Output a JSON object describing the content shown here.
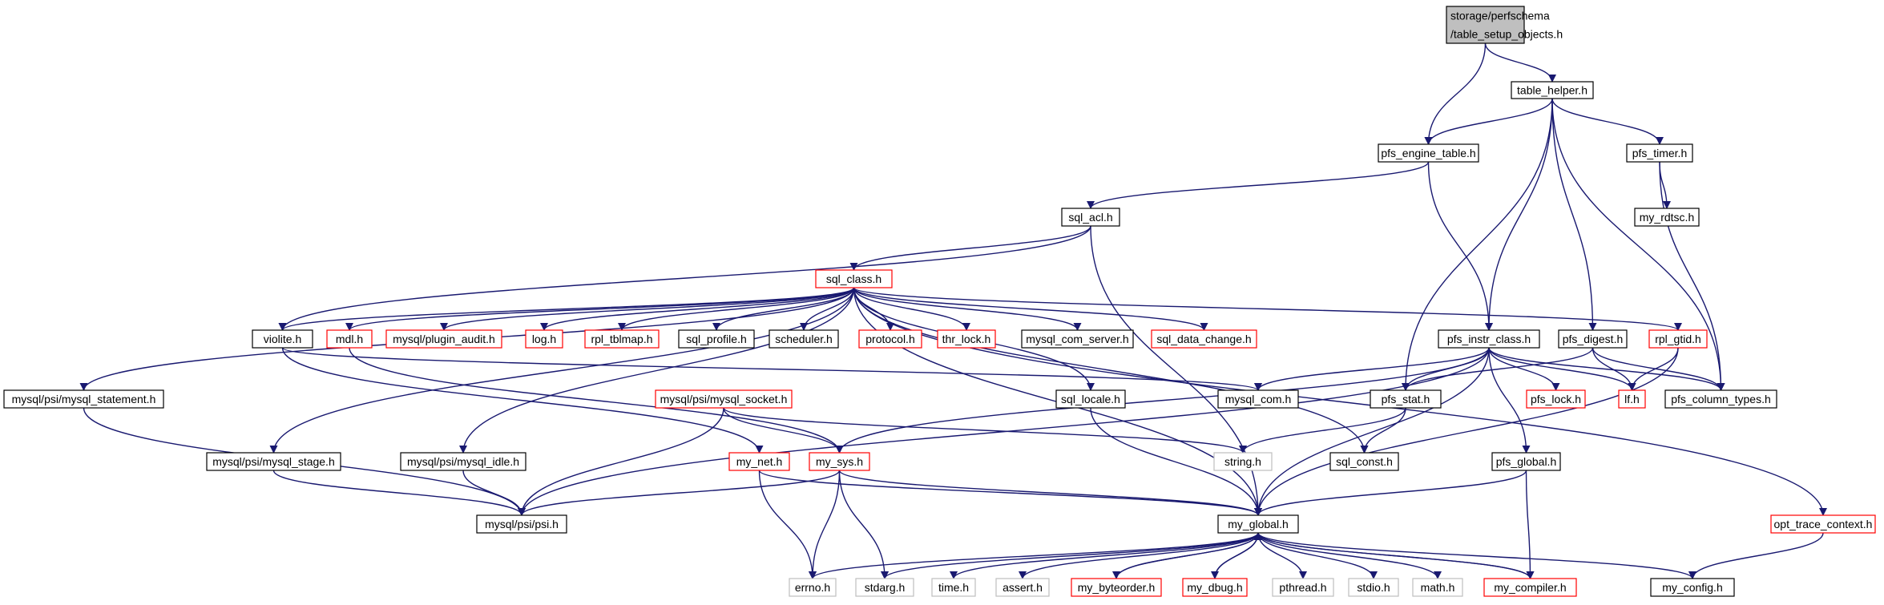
{
  "colors": {
    "edge": "#191970",
    "border_normal": "#000000",
    "border_red": "#ff0000",
    "border_gray": "#bfbfbf",
    "root_fill": "#bfbfbf",
    "fill": "#ffffff"
  },
  "nodes": [
    {
      "id": "root",
      "lines": [
        "storage/perfschema",
        "/table_setup_objects.h"
      ],
      "style": "root"
    },
    {
      "id": "table_helper",
      "lines": [
        "table_helper.h"
      ],
      "style": "normal"
    },
    {
      "id": "pfs_engine_table",
      "lines": [
        "pfs_engine_table.h"
      ],
      "style": "normal"
    },
    {
      "id": "pfs_timer",
      "lines": [
        "pfs_timer.h"
      ],
      "style": "normal"
    },
    {
      "id": "sql_acl",
      "lines": [
        "sql_acl.h"
      ],
      "style": "normal"
    },
    {
      "id": "my_rdtsc",
      "lines": [
        "my_rdtsc.h"
      ],
      "style": "normal"
    },
    {
      "id": "sql_class",
      "lines": [
        "sql_class.h"
      ],
      "style": "red"
    },
    {
      "id": "violite",
      "lines": [
        "violite.h"
      ],
      "style": "normal"
    },
    {
      "id": "mdl",
      "lines": [
        "mdl.h"
      ],
      "style": "red"
    },
    {
      "id": "plugin_audit",
      "lines": [
        "mysql/plugin_audit.h"
      ],
      "style": "red"
    },
    {
      "id": "log",
      "lines": [
        "log.h"
      ],
      "style": "red"
    },
    {
      "id": "rpl_tblmap",
      "lines": [
        "rpl_tblmap.h"
      ],
      "style": "red"
    },
    {
      "id": "sql_profile",
      "lines": [
        "sql_profile.h"
      ],
      "style": "normal"
    },
    {
      "id": "scheduler",
      "lines": [
        "scheduler.h"
      ],
      "style": "normal"
    },
    {
      "id": "protocol",
      "lines": [
        "protocol.h"
      ],
      "style": "red"
    },
    {
      "id": "thr_lock",
      "lines": [
        "thr_lock.h"
      ],
      "style": "red"
    },
    {
      "id": "mysql_com_server",
      "lines": [
        "mysql_com_server.h"
      ],
      "style": "normal"
    },
    {
      "id": "sql_data_change",
      "lines": [
        "sql_data_change.h"
      ],
      "style": "red"
    },
    {
      "id": "pfs_instr_class",
      "lines": [
        "pfs_instr_class.h"
      ],
      "style": "normal"
    },
    {
      "id": "pfs_digest",
      "lines": [
        "pfs_digest.h"
      ],
      "style": "normal"
    },
    {
      "id": "rpl_gtid",
      "lines": [
        "rpl_gtid.h"
      ],
      "style": "red"
    },
    {
      "id": "mysql_statement",
      "lines": [
        "mysql/psi/mysql_statement.h"
      ],
      "style": "normal"
    },
    {
      "id": "mysql_socket",
      "lines": [
        "mysql/psi/mysql_socket.h"
      ],
      "style": "red"
    },
    {
      "id": "sql_locale",
      "lines": [
        "sql_locale.h"
      ],
      "style": "normal"
    },
    {
      "id": "mysql_com",
      "lines": [
        "mysql_com.h"
      ],
      "style": "normal"
    },
    {
      "id": "pfs_stat",
      "lines": [
        "pfs_stat.h"
      ],
      "style": "normal"
    },
    {
      "id": "pfs_lock",
      "lines": [
        "pfs_lock.h"
      ],
      "style": "red"
    },
    {
      "id": "lf",
      "lines": [
        "lf.h"
      ],
      "style": "red"
    },
    {
      "id": "pfs_column_types",
      "lines": [
        "pfs_column_types.h"
      ],
      "style": "normal"
    },
    {
      "id": "mysql_stage",
      "lines": [
        "mysql/psi/mysql_stage.h"
      ],
      "style": "normal"
    },
    {
      "id": "mysql_idle",
      "lines": [
        "mysql/psi/mysql_idle.h"
      ],
      "style": "normal"
    },
    {
      "id": "my_net",
      "lines": [
        "my_net.h"
      ],
      "style": "red"
    },
    {
      "id": "my_sys",
      "lines": [
        "my_sys.h"
      ],
      "style": "red"
    },
    {
      "id": "string",
      "lines": [
        "string.h"
      ],
      "style": "gray"
    },
    {
      "id": "sql_const",
      "lines": [
        "sql_const.h"
      ],
      "style": "normal"
    },
    {
      "id": "pfs_global",
      "lines": [
        "pfs_global.h"
      ],
      "style": "normal"
    },
    {
      "id": "psi",
      "lines": [
        "mysql/psi/psi.h"
      ],
      "style": "normal"
    },
    {
      "id": "my_global",
      "lines": [
        "my_global.h"
      ],
      "style": "normal"
    },
    {
      "id": "opt_trace_context",
      "lines": [
        "opt_trace_context.h"
      ],
      "style": "red"
    },
    {
      "id": "errno",
      "lines": [
        "errno.h"
      ],
      "style": "gray"
    },
    {
      "id": "stdarg",
      "lines": [
        "stdarg.h"
      ],
      "style": "gray"
    },
    {
      "id": "time",
      "lines": [
        "time.h"
      ],
      "style": "gray"
    },
    {
      "id": "assert",
      "lines": [
        "assert.h"
      ],
      "style": "gray"
    },
    {
      "id": "my_byteorder",
      "lines": [
        "my_byteorder.h"
      ],
      "style": "red"
    },
    {
      "id": "my_dbug",
      "lines": [
        "my_dbug.h"
      ],
      "style": "red"
    },
    {
      "id": "pthread",
      "lines": [
        "pthread.h"
      ],
      "style": "gray"
    },
    {
      "id": "stdio",
      "lines": [
        "stdio.h"
      ],
      "style": "gray"
    },
    {
      "id": "math",
      "lines": [
        "math.h"
      ],
      "style": "gray"
    },
    {
      "id": "my_compiler",
      "lines": [
        "my_compiler.h"
      ],
      "style": "red"
    },
    {
      "id": "my_config",
      "lines": [
        "my_config.h"
      ],
      "style": "normal"
    }
  ],
  "edges": [
    [
      "root",
      "table_helper"
    ],
    [
      "root",
      "pfs_engine_table"
    ],
    [
      "table_helper",
      "pfs_engine_table"
    ],
    [
      "table_helper",
      "pfs_timer"
    ],
    [
      "table_helper",
      "pfs_instr_class"
    ],
    [
      "table_helper",
      "pfs_digest"
    ],
    [
      "table_helper",
      "pfs_stat"
    ],
    [
      "table_helper",
      "pfs_column_types"
    ],
    [
      "pfs_engine_table",
      "sql_acl"
    ],
    [
      "pfs_engine_table",
      "pfs_instr_class"
    ],
    [
      "pfs_timer",
      "my_rdtsc"
    ],
    [
      "pfs_timer",
      "pfs_column_types"
    ],
    [
      "sql_acl",
      "sql_class"
    ],
    [
      "sql_acl",
      "violite"
    ],
    [
      "sql_acl",
      "my_global"
    ],
    [
      "sql_class",
      "violite"
    ],
    [
      "sql_class",
      "mdl"
    ],
    [
      "sql_class",
      "plugin_audit"
    ],
    [
      "sql_class",
      "log"
    ],
    [
      "sql_class",
      "rpl_tblmap"
    ],
    [
      "sql_class",
      "sql_profile"
    ],
    [
      "sql_class",
      "scheduler"
    ],
    [
      "sql_class",
      "protocol"
    ],
    [
      "sql_class",
      "thr_lock"
    ],
    [
      "sql_class",
      "mysql_com_server"
    ],
    [
      "sql_class",
      "sql_data_change"
    ],
    [
      "sql_class",
      "rpl_gtid"
    ],
    [
      "sql_class",
      "mysql_statement"
    ],
    [
      "sql_class",
      "mysql_stage"
    ],
    [
      "sql_class",
      "mysql_idle"
    ],
    [
      "sql_class",
      "sql_locale"
    ],
    [
      "sql_class",
      "sql_const"
    ],
    [
      "sql_class",
      "opt_trace_context"
    ],
    [
      "sql_class",
      "my_global"
    ],
    [
      "mdl",
      "my_sys"
    ],
    [
      "violite",
      "my_net"
    ],
    [
      "violite",
      "mysql_com"
    ],
    [
      "mysql_statement",
      "psi"
    ],
    [
      "mysql_stage",
      "psi"
    ],
    [
      "mysql_idle",
      "psi"
    ],
    [
      "mysql_socket",
      "psi"
    ],
    [
      "mysql_socket",
      "my_sys"
    ],
    [
      "mysql_socket",
      "string"
    ],
    [
      "pfs_instr_class",
      "psi"
    ],
    [
      "pfs_instr_class",
      "mysql_com"
    ],
    [
      "pfs_instr_class",
      "pfs_stat"
    ],
    [
      "pfs_instr_class",
      "pfs_lock"
    ],
    [
      "pfs_instr_class",
      "lf"
    ],
    [
      "pfs_instr_class",
      "pfs_column_types"
    ],
    [
      "pfs_instr_class",
      "my_sys"
    ],
    [
      "pfs_instr_class",
      "pfs_global"
    ],
    [
      "pfs_instr_class",
      "my_global"
    ],
    [
      "pfs_digest",
      "pfs_stat"
    ],
    [
      "pfs_digest",
      "lf"
    ],
    [
      "pfs_digest",
      "pfs_column_types"
    ],
    [
      "rpl_gtid",
      "lf"
    ],
    [
      "rpl_gtid",
      "my_global"
    ],
    [
      "pfs_stat",
      "string"
    ],
    [
      "pfs_stat",
      "sql_const"
    ],
    [
      "sql_locale",
      "my_global"
    ],
    [
      "pfs_global",
      "my_global"
    ],
    [
      "pfs_global",
      "my_compiler"
    ],
    [
      "my_net",
      "errno"
    ],
    [
      "my_net",
      "my_global"
    ],
    [
      "my_sys",
      "psi"
    ],
    [
      "my_sys",
      "errno"
    ],
    [
      "my_sys",
      "stdarg"
    ],
    [
      "my_sys",
      "my_global"
    ],
    [
      "opt_trace_context",
      "my_config"
    ],
    [
      "my_global",
      "errno"
    ],
    [
      "my_global",
      "stdarg"
    ],
    [
      "my_global",
      "time"
    ],
    [
      "my_global",
      "assert"
    ],
    [
      "my_global",
      "my_byteorder"
    ],
    [
      "my_global",
      "my_dbug"
    ],
    [
      "my_global",
      "pthread"
    ],
    [
      "my_global",
      "stdio"
    ],
    [
      "my_global",
      "math"
    ],
    [
      "my_global",
      "my_compiler"
    ],
    [
      "my_global",
      "my_config"
    ],
    [
      "my_byteorder",
      "my_global"
    ],
    [
      "my_dbug",
      "my_global"
    ],
    [
      "my_compiler",
      "my_global"
    ]
  ]
}
